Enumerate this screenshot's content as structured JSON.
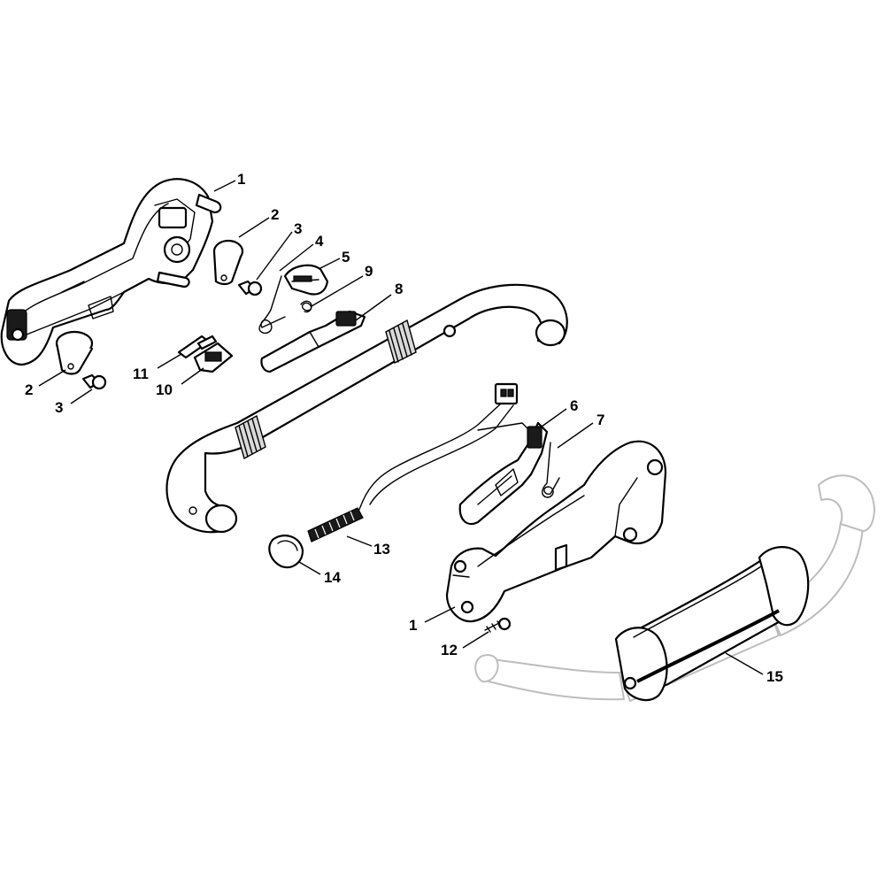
{
  "diagram": {
    "callouts": [
      {
        "id": "c1a",
        "number": "1"
      },
      {
        "id": "c2a",
        "number": "2"
      },
      {
        "id": "c3a",
        "number": "3"
      },
      {
        "id": "c4",
        "number": "4"
      },
      {
        "id": "c5",
        "number": "5"
      },
      {
        "id": "c9",
        "number": "9"
      },
      {
        "id": "c8",
        "number": "8"
      },
      {
        "id": "c11",
        "number": "11"
      },
      {
        "id": "c10",
        "number": "10"
      },
      {
        "id": "c2b",
        "number": "2"
      },
      {
        "id": "c3b",
        "number": "3"
      },
      {
        "id": "c6",
        "number": "6"
      },
      {
        "id": "c7",
        "number": "7"
      },
      {
        "id": "c13",
        "number": "13"
      },
      {
        "id": "c14",
        "number": "14"
      },
      {
        "id": "c1b",
        "number": "1"
      },
      {
        "id": "c12",
        "number": "12"
      },
      {
        "id": "c15",
        "number": "15"
      }
    ]
  }
}
